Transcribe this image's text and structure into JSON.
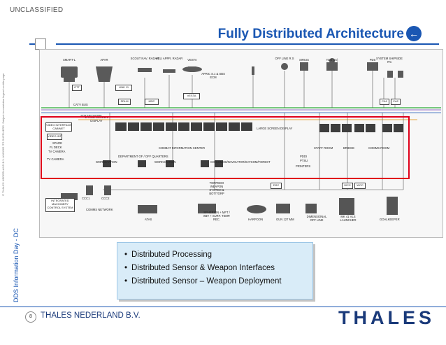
{
  "header": {
    "classification": "UNCLASSIFIED",
    "title": "Fully Distributed Architecture",
    "back_icon": "left-arrow-circle-icon"
  },
  "side": {
    "copyright": "© THALES NEDERLAND B.V. AND/OR ITS SUPPLIERS. Subject to restrictive legend on title page",
    "event": "DDS Information Day - DC"
  },
  "diagram": {
    "sensors": [
      "SMART-L",
      "APAR",
      "SCOUT NAV. RADAR",
      "HELI APPR. RADAR",
      "VESTA",
      "OFF LINE R.S",
      "SIRIUS",
      "TDS (2x)",
      "PDS",
      "SYSTEM SHIPSIDE ITC"
    ],
    "apric": "APRIC S.1 & SBS ECM",
    "sensor_boxes": [
      "LINK 11",
      "SDLM",
      "VESTA",
      "MSC",
      "OTT",
      "CA1",
      "CA2"
    ],
    "lans": [
      "CATV BUS",
      "ATM NETWORK"
    ],
    "left_units": [
      "VIDEO INTERFACE CABINET",
      "VIDEO INT",
      "SPARE",
      "FL DECK",
      "TV CAMERA",
      "TV CAMERA"
    ],
    "display": "LARGE SCREEN DISPLAY",
    "cic": "COMBAT INFORMATION CENTER",
    "large_screen_2": "LARGE SCREEN DISPLAY",
    "rooms": [
      "STAFF ROOM",
      "BRIDGE",
      "COMMS ROOM"
    ],
    "workstations": [
      "DEPARTMENT OF / OFF QUARTERS",
      "WORKSTATION",
      "WORKSTATION"
    ],
    "other": [
      "CO/COMMS/NAVIGATOR/SATCOM/FOREST",
      "PDDI",
      "PTSU",
      "PRINTERS"
    ],
    "effectors": [
      "TORPEDO WEAPON SYSTEM & BOT/TORP",
      "SPHERION + MFT / XBV + SURF. TEMP. REC.",
      "HARPOON",
      "GUN 127 MM",
      "DIMENSIONAL OFF LINE",
      "MK 41 VLS LAUNCHER",
      "GOALKEEPER"
    ],
    "ship": [
      "INTEGRATED MACHINERY CONTROL SYSTEM",
      "CCC1",
      "CCC2",
      "COMMS NETWORK",
      "ATAS"
    ],
    "weapon_boxes": [
      "DSC",
      "WCC",
      "WCC"
    ]
  },
  "bullets": [
    "Distributed Processing",
    "Distributed Sensor & Weapon Interfaces",
    "Distributed Sensor – Weapon Deployment"
  ],
  "footer": {
    "page": "8",
    "company": "THALES NEDERLAND B.V.",
    "logo_text": "THALES"
  }
}
